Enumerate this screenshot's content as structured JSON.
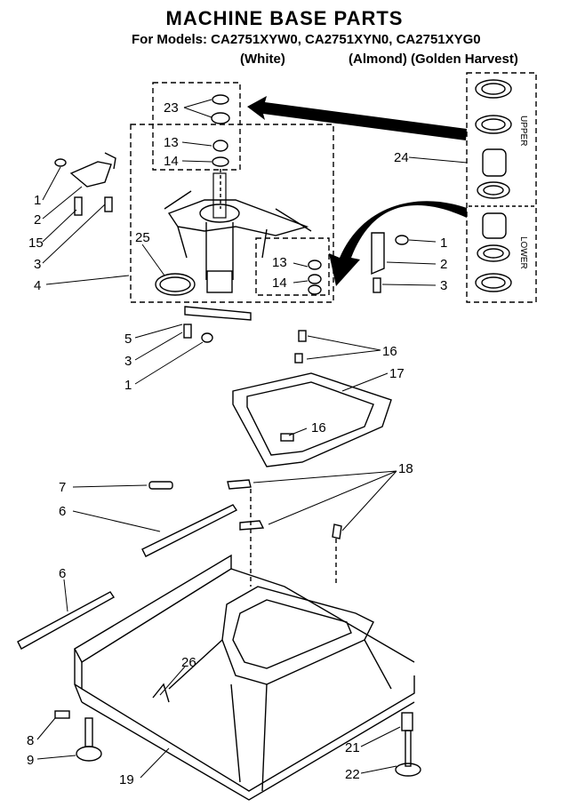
{
  "header": {
    "title": "MACHINE BASE PARTS",
    "models_line": "For Models: CA2751XYW0, CA2751XYN0, CA2751XYG0",
    "color_white": "(White)",
    "color_others": "(Almond) (Golden Harvest)"
  },
  "inset": {
    "upper_label": "UPPER",
    "lower_label": "LOWER"
  },
  "callouts": [
    "23",
    "13",
    "14",
    "1",
    "2",
    "15",
    "3",
    "4",
    "25",
    "5",
    "3",
    "1",
    "1",
    "2",
    "3",
    "13",
    "14",
    "24",
    "16",
    "16",
    "17",
    "18",
    "7",
    "6",
    "6",
    "26",
    "8",
    "9",
    "19",
    "21",
    "22"
  ]
}
